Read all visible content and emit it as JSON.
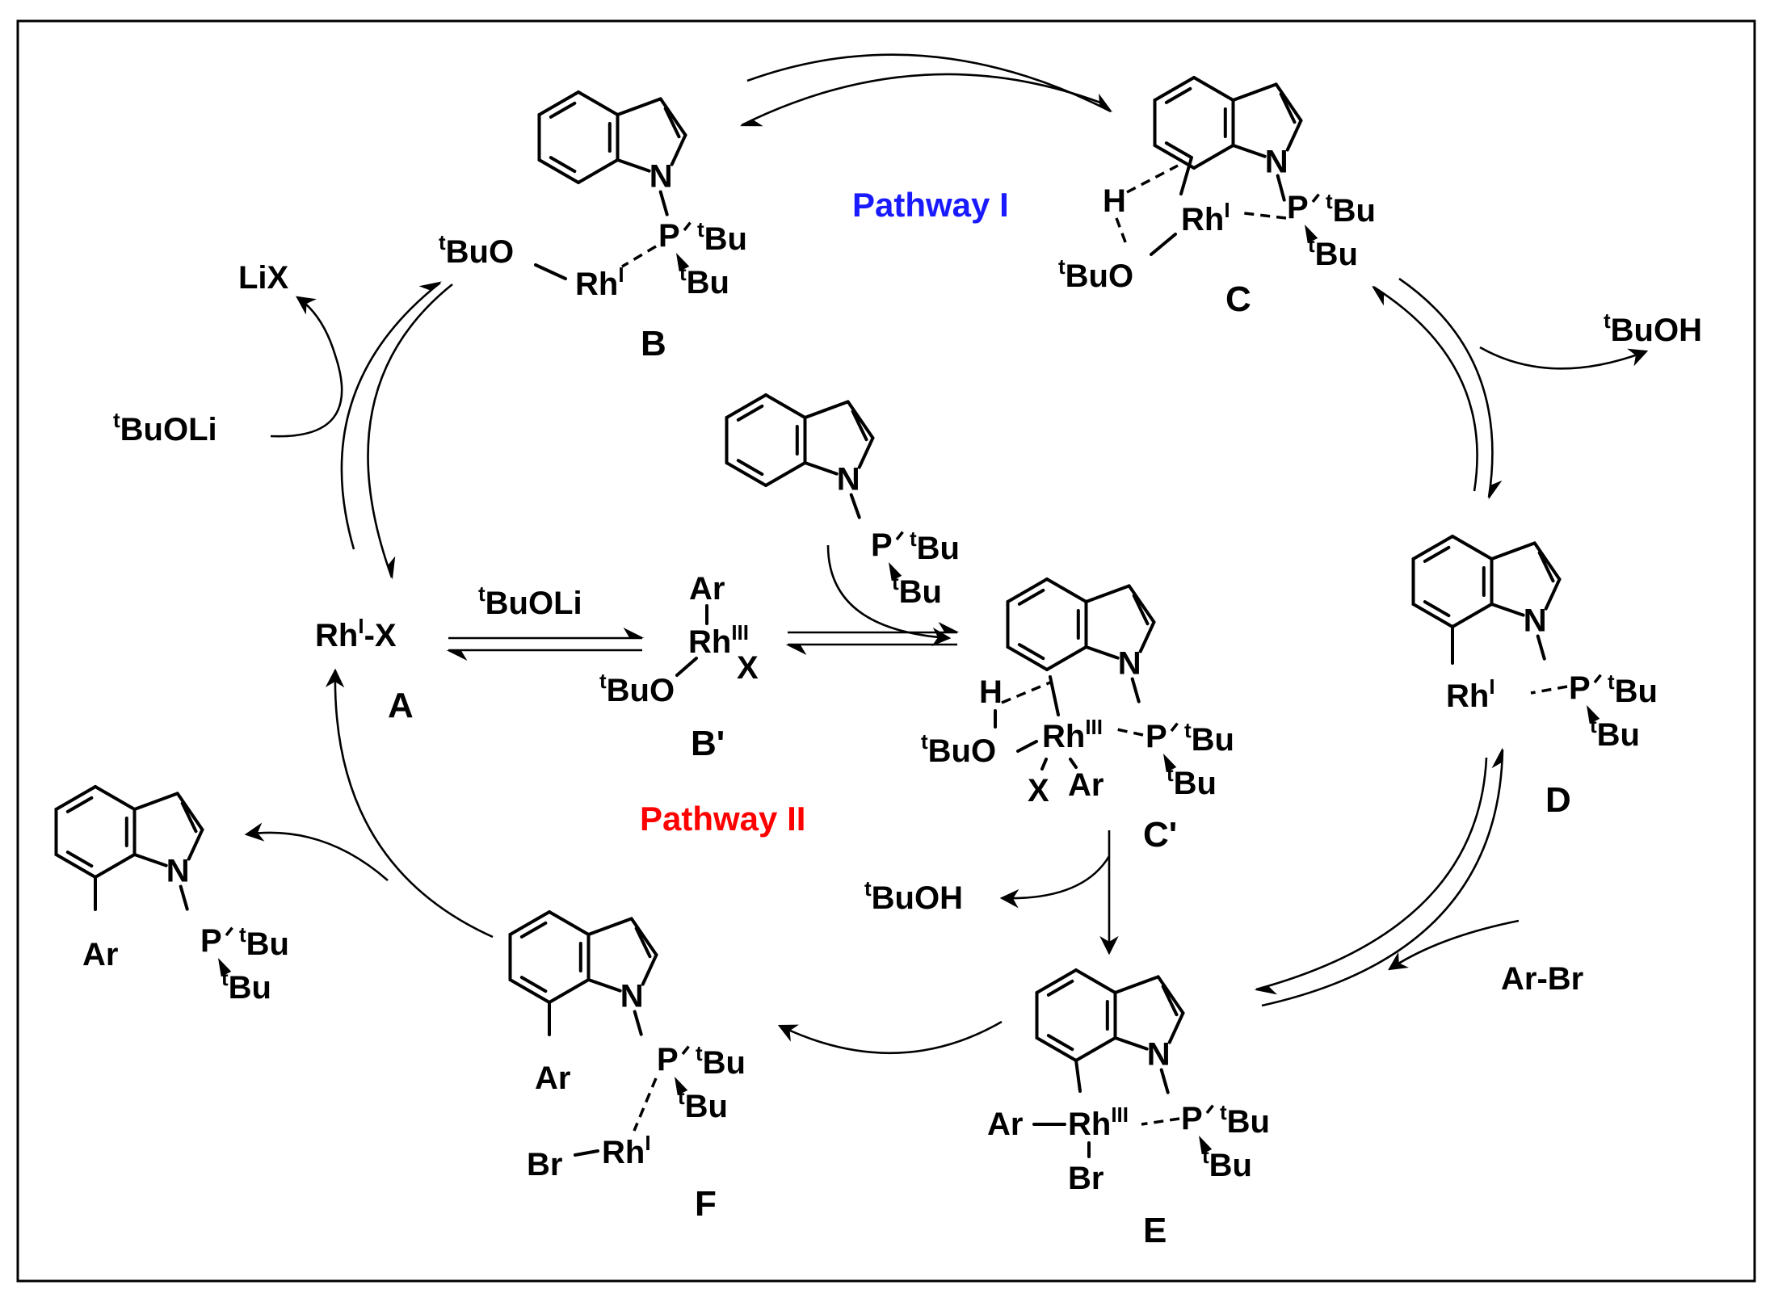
{
  "pathways": {
    "one": {
      "label": "Pathway I",
      "color": "#1a1aff"
    },
    "two": {
      "label": "Pathway II",
      "color": "#ff0000"
    }
  },
  "compounds": {
    "A": {
      "id": "A"
    },
    "B": {
      "id": "B"
    },
    "Bp": {
      "id": "B'"
    },
    "C": {
      "id": "C"
    },
    "Cp": {
      "id": "C'"
    },
    "D": {
      "id": "D"
    },
    "E": {
      "id": "E"
    },
    "F": {
      "id": "F"
    }
  },
  "atoms": {
    "N": "N",
    "P": "P",
    "H": "H",
    "O": "O",
    "Rh": "Rh",
    "Ar": "Ar",
    "Br": "Br",
    "X": "X",
    "tBu_sup": "t",
    "tBu_base": "Bu",
    "tBuO_base": "BuO",
    "ox1": "I",
    "ox3": "III"
  },
  "reagents": {
    "LiX": "LiX",
    "RhX": "-X",
    "tBuOLi": "BuOLi",
    "tBuOH": "BuOH",
    "ArBr": "Ar-Br"
  }
}
